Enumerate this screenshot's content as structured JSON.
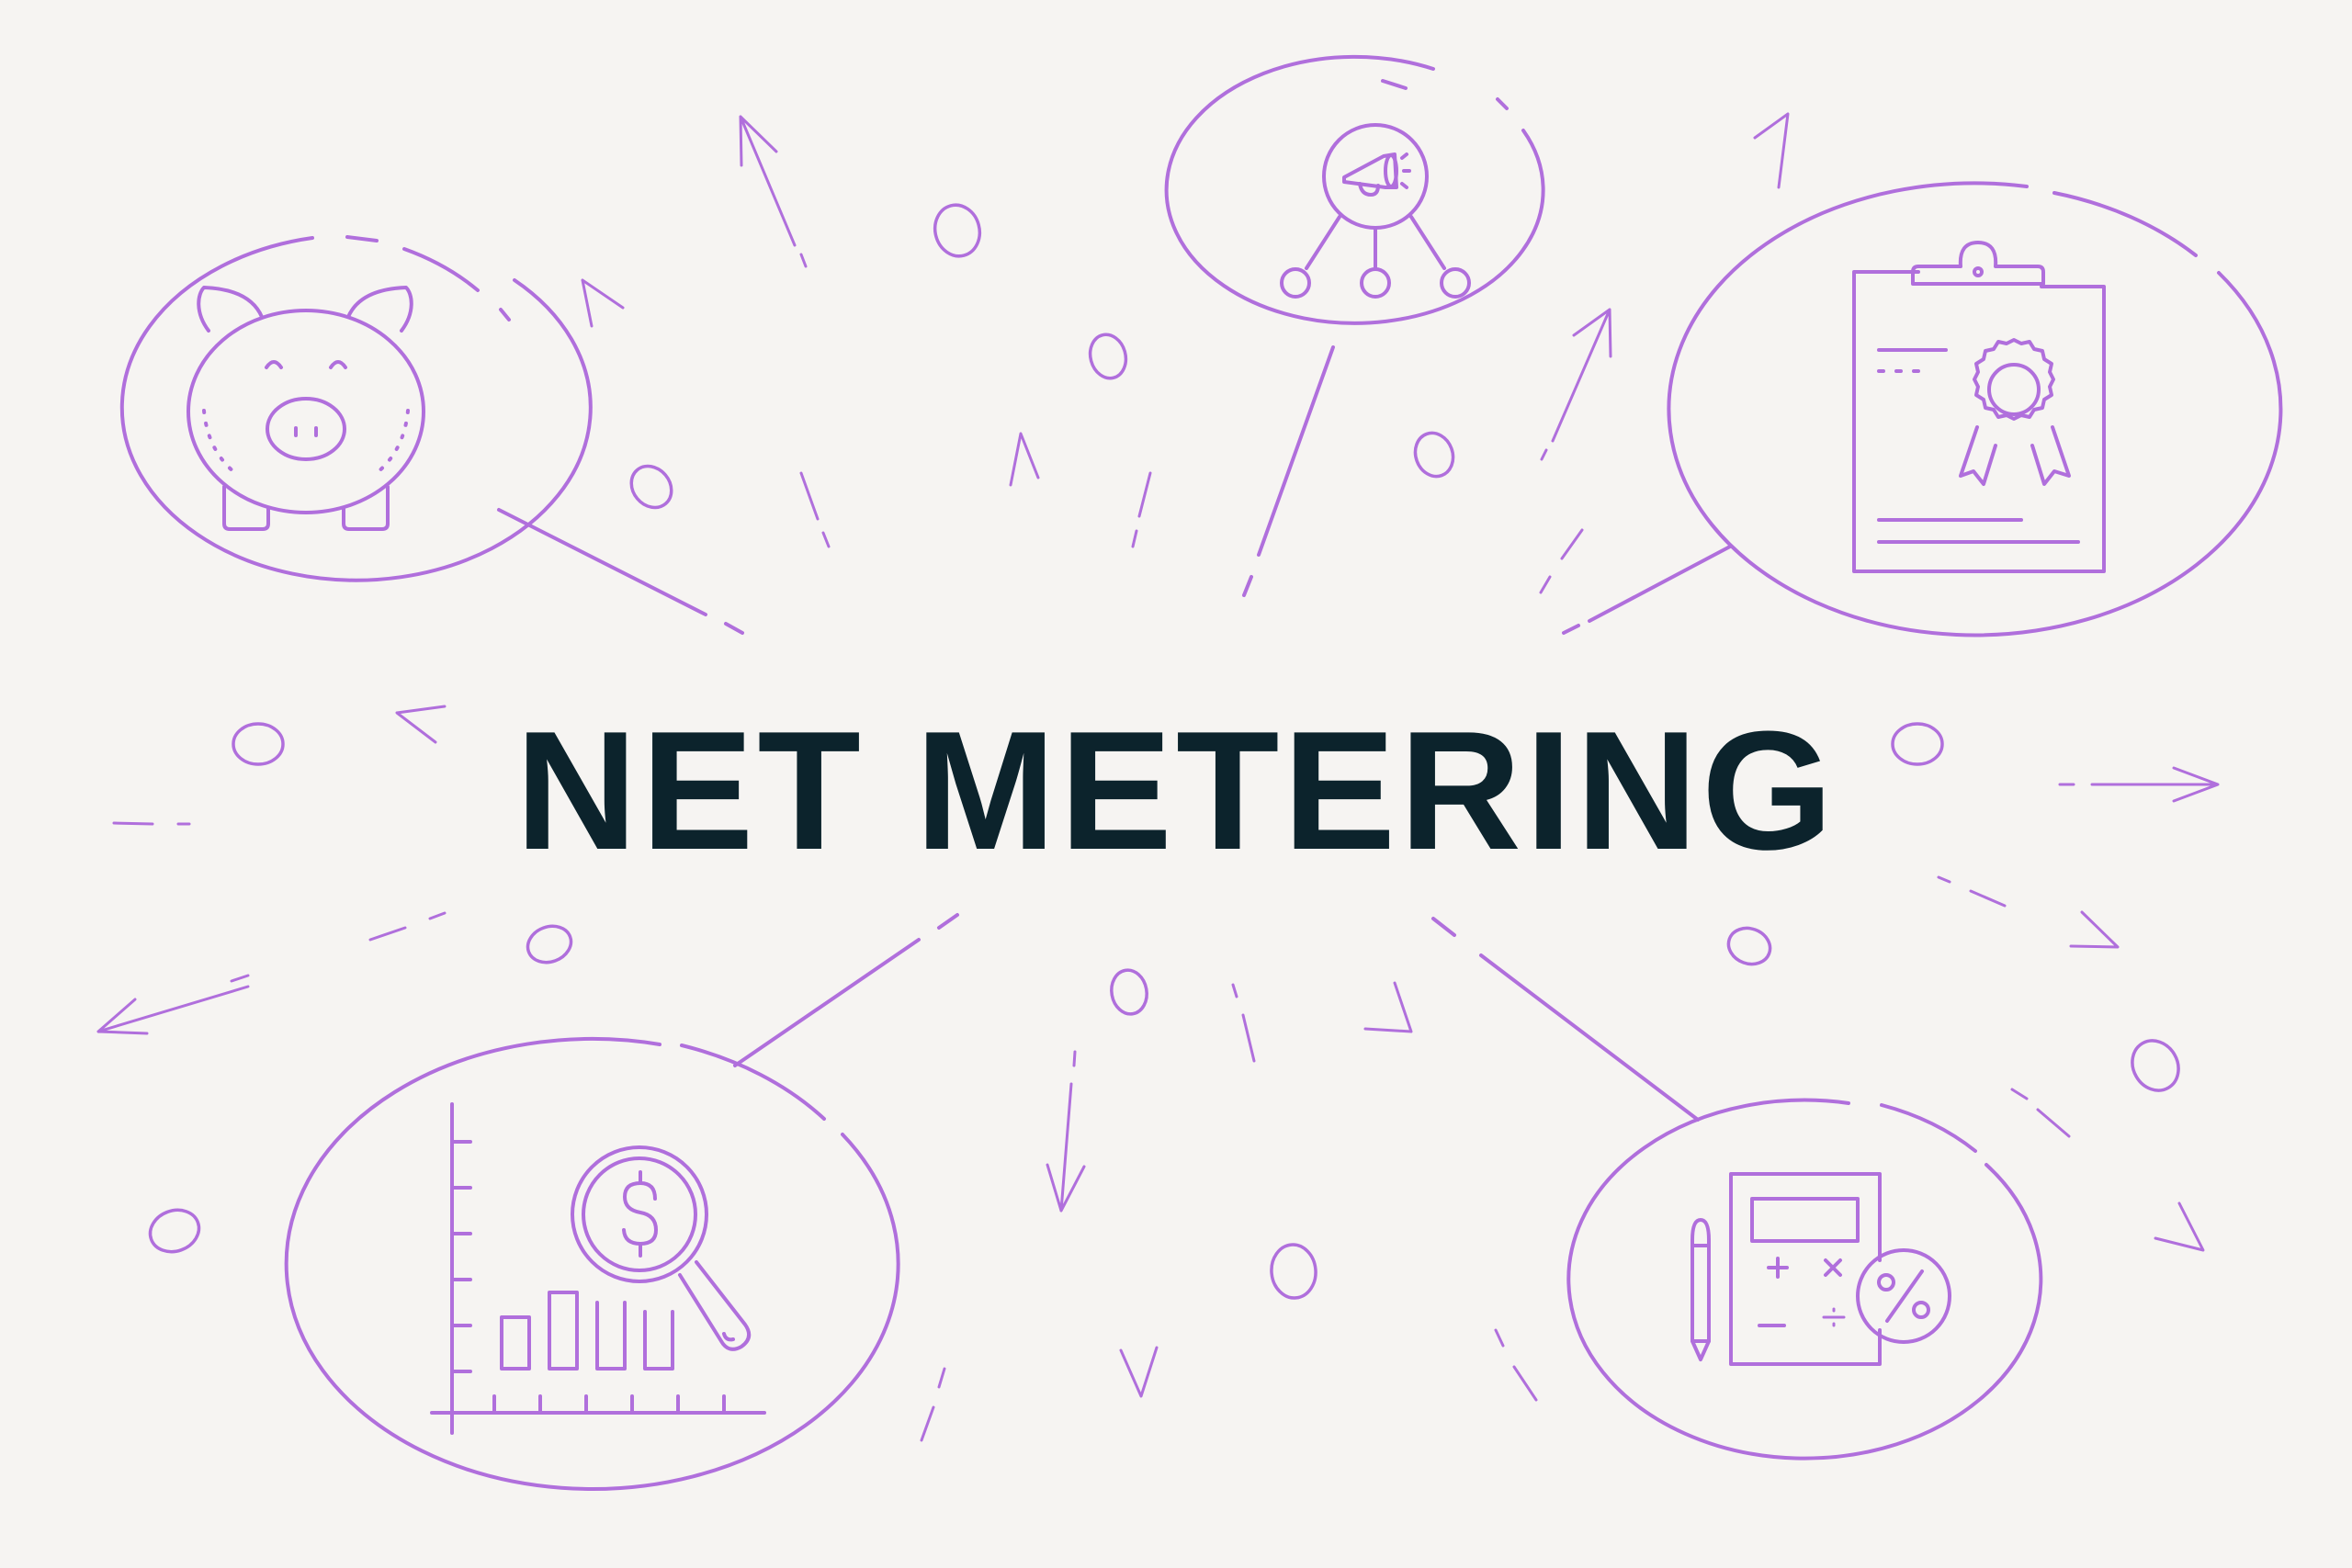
{
  "title": "NET METERING",
  "colors": {
    "accent": "#b06fdc",
    "text": "#0c232c",
    "background": "#f6f4f2"
  },
  "bubbles": [
    {
      "id": "savings",
      "icon": "piggy-bank-icon"
    },
    {
      "id": "marketing",
      "icon": "megaphone-network-icon"
    },
    {
      "id": "certificate",
      "icon": "award-certificate-icon"
    },
    {
      "id": "finance",
      "icon": "dollar-bar-chart-magnifier-icon"
    },
    {
      "id": "calculation",
      "icon": "calculator-percent-icon"
    }
  ],
  "icons": {
    "dollar_sign": "$",
    "percent_sign": "%"
  }
}
